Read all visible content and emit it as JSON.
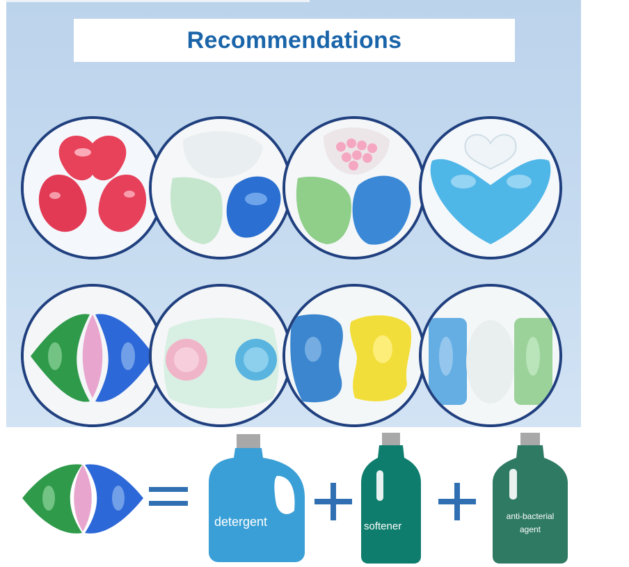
{
  "header": {
    "title": "Recommendations"
  },
  "row1": [
    {
      "name": "heart-trio-red-pod"
    },
    {
      "name": "green-blue-powder-pod"
    },
    {
      "name": "beads-green-blue-pod"
    },
    {
      "name": "blue-heart-v-pod"
    }
  ],
  "row2": [
    {
      "name": "green-pink-blue-pod"
    },
    {
      "name": "pink-blue-round-pod"
    },
    {
      "name": "blue-yellow-pod"
    },
    {
      "name": "blue-white-green-pod"
    }
  ],
  "equation": {
    "equals": "=",
    "plus": "+",
    "detergent_label": "detergent",
    "softener_label": "softener",
    "antibacterial_label_line1": "anti-bacterial",
    "antibacterial_label_line2": "agent"
  },
  "colors": {
    "title": "#1a64a9",
    "circle_border": "#1f3f7e",
    "detergent": "#3a9fd6",
    "softener": "#0f7d6d",
    "antibacterial": "#2f7a63",
    "cap": "#a8a8a8",
    "operator": "#2f6fb2"
  }
}
